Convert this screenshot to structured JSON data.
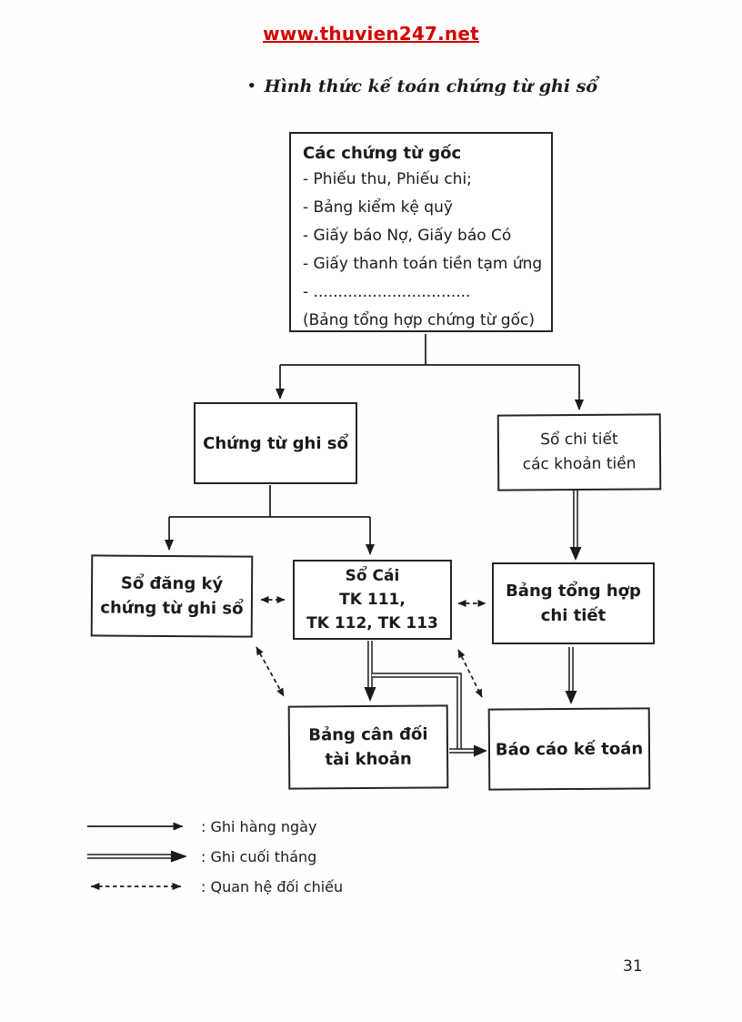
{
  "page": {
    "header_url": "www.thuvien247.net",
    "title_bullet": "•",
    "title": "Hình thức kế toán chứng từ ghi sổ",
    "page_number": "31"
  },
  "colors": {
    "header_red": "#d40000",
    "ink": "#1b1b1b",
    "paper": "#fefefe"
  },
  "diagram": {
    "source_box": {
      "title": "Các chứng từ gốc",
      "lines": [
        "- Phiếu thu, Phiếu chi;",
        "- Bảng kiểm kệ quỹ",
        "- Giấy báo Nợ, Giấy báo Có",
        "- Giấy thanh toán tiền tạm ứng",
        "- ................................",
        "(Bảng tổng hợp chứng từ gốc)"
      ]
    },
    "boxes": {
      "chung_tu_ghi_so": "Chứng từ ghi sổ",
      "so_chi_tiet": "Sổ chi tiết\ncác khoản tiền",
      "so_dang_ky": "Sổ đăng ký\nchứng từ ghi sổ",
      "so_cai": "Sổ Cái\nTK 111,\nTK 112, TK 113",
      "bang_tong_hop": "Bảng tổng hợp\nchi tiết",
      "bang_can_doi": "Bảng cân đối\ntài khoản",
      "bao_cao": "Báo cáo kế toán"
    }
  },
  "legend": {
    "items": [
      {
        "icon": "solid-arrow-icon",
        "label": ": Ghi hàng ngày"
      },
      {
        "icon": "double-line-arrow-icon",
        "label": ": Ghi cuối tháng"
      },
      {
        "icon": "dashed-double-arrow-icon",
        "label": ": Quan hệ đối chiếu"
      }
    ]
  }
}
